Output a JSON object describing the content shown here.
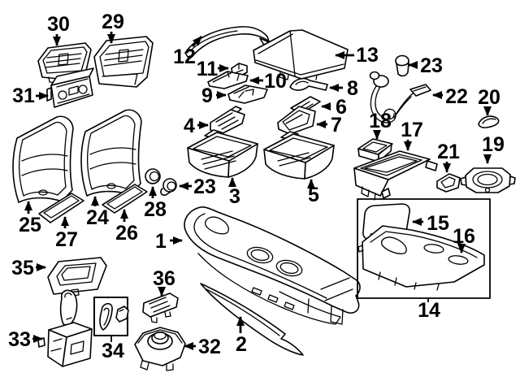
{
  "diagram": {
    "background_color": "#ffffff",
    "line_color": "#000000",
    "callouts": {
      "c30": {
        "number": "30"
      },
      "c29": {
        "number": "29"
      },
      "c31": {
        "number": "31"
      },
      "c12": {
        "number": "12"
      },
      "c11": {
        "number": "11"
      },
      "c10": {
        "number": "10"
      },
      "c13": {
        "number": "13"
      },
      "c9": {
        "number": "9"
      },
      "c8": {
        "number": "8"
      },
      "c23a": {
        "number": "23"
      },
      "c22": {
        "number": "22"
      },
      "c20": {
        "number": "20"
      },
      "c6": {
        "number": "6"
      },
      "c4": {
        "number": "4"
      },
      "c7": {
        "number": "7"
      },
      "c18": {
        "number": "18"
      },
      "c17": {
        "number": "17"
      },
      "c21": {
        "number": "21"
      },
      "c19": {
        "number": "19"
      },
      "c25": {
        "number": "25"
      },
      "c24": {
        "number": "24"
      },
      "c27": {
        "number": "27"
      },
      "c26": {
        "number": "26"
      },
      "c28": {
        "number": "28"
      },
      "c23b": {
        "number": "23"
      },
      "c3": {
        "number": "3"
      },
      "c5": {
        "number": "5"
      },
      "c15": {
        "number": "15"
      },
      "c16": {
        "number": "16"
      },
      "c1": {
        "number": "1"
      },
      "c14": {
        "number": "14"
      },
      "c36": {
        "number": "36"
      },
      "c35": {
        "number": "35"
      },
      "c33": {
        "number": "33"
      },
      "c34": {
        "number": "34"
      },
      "c32": {
        "number": "32"
      },
      "c2": {
        "number": "2"
      }
    }
  }
}
